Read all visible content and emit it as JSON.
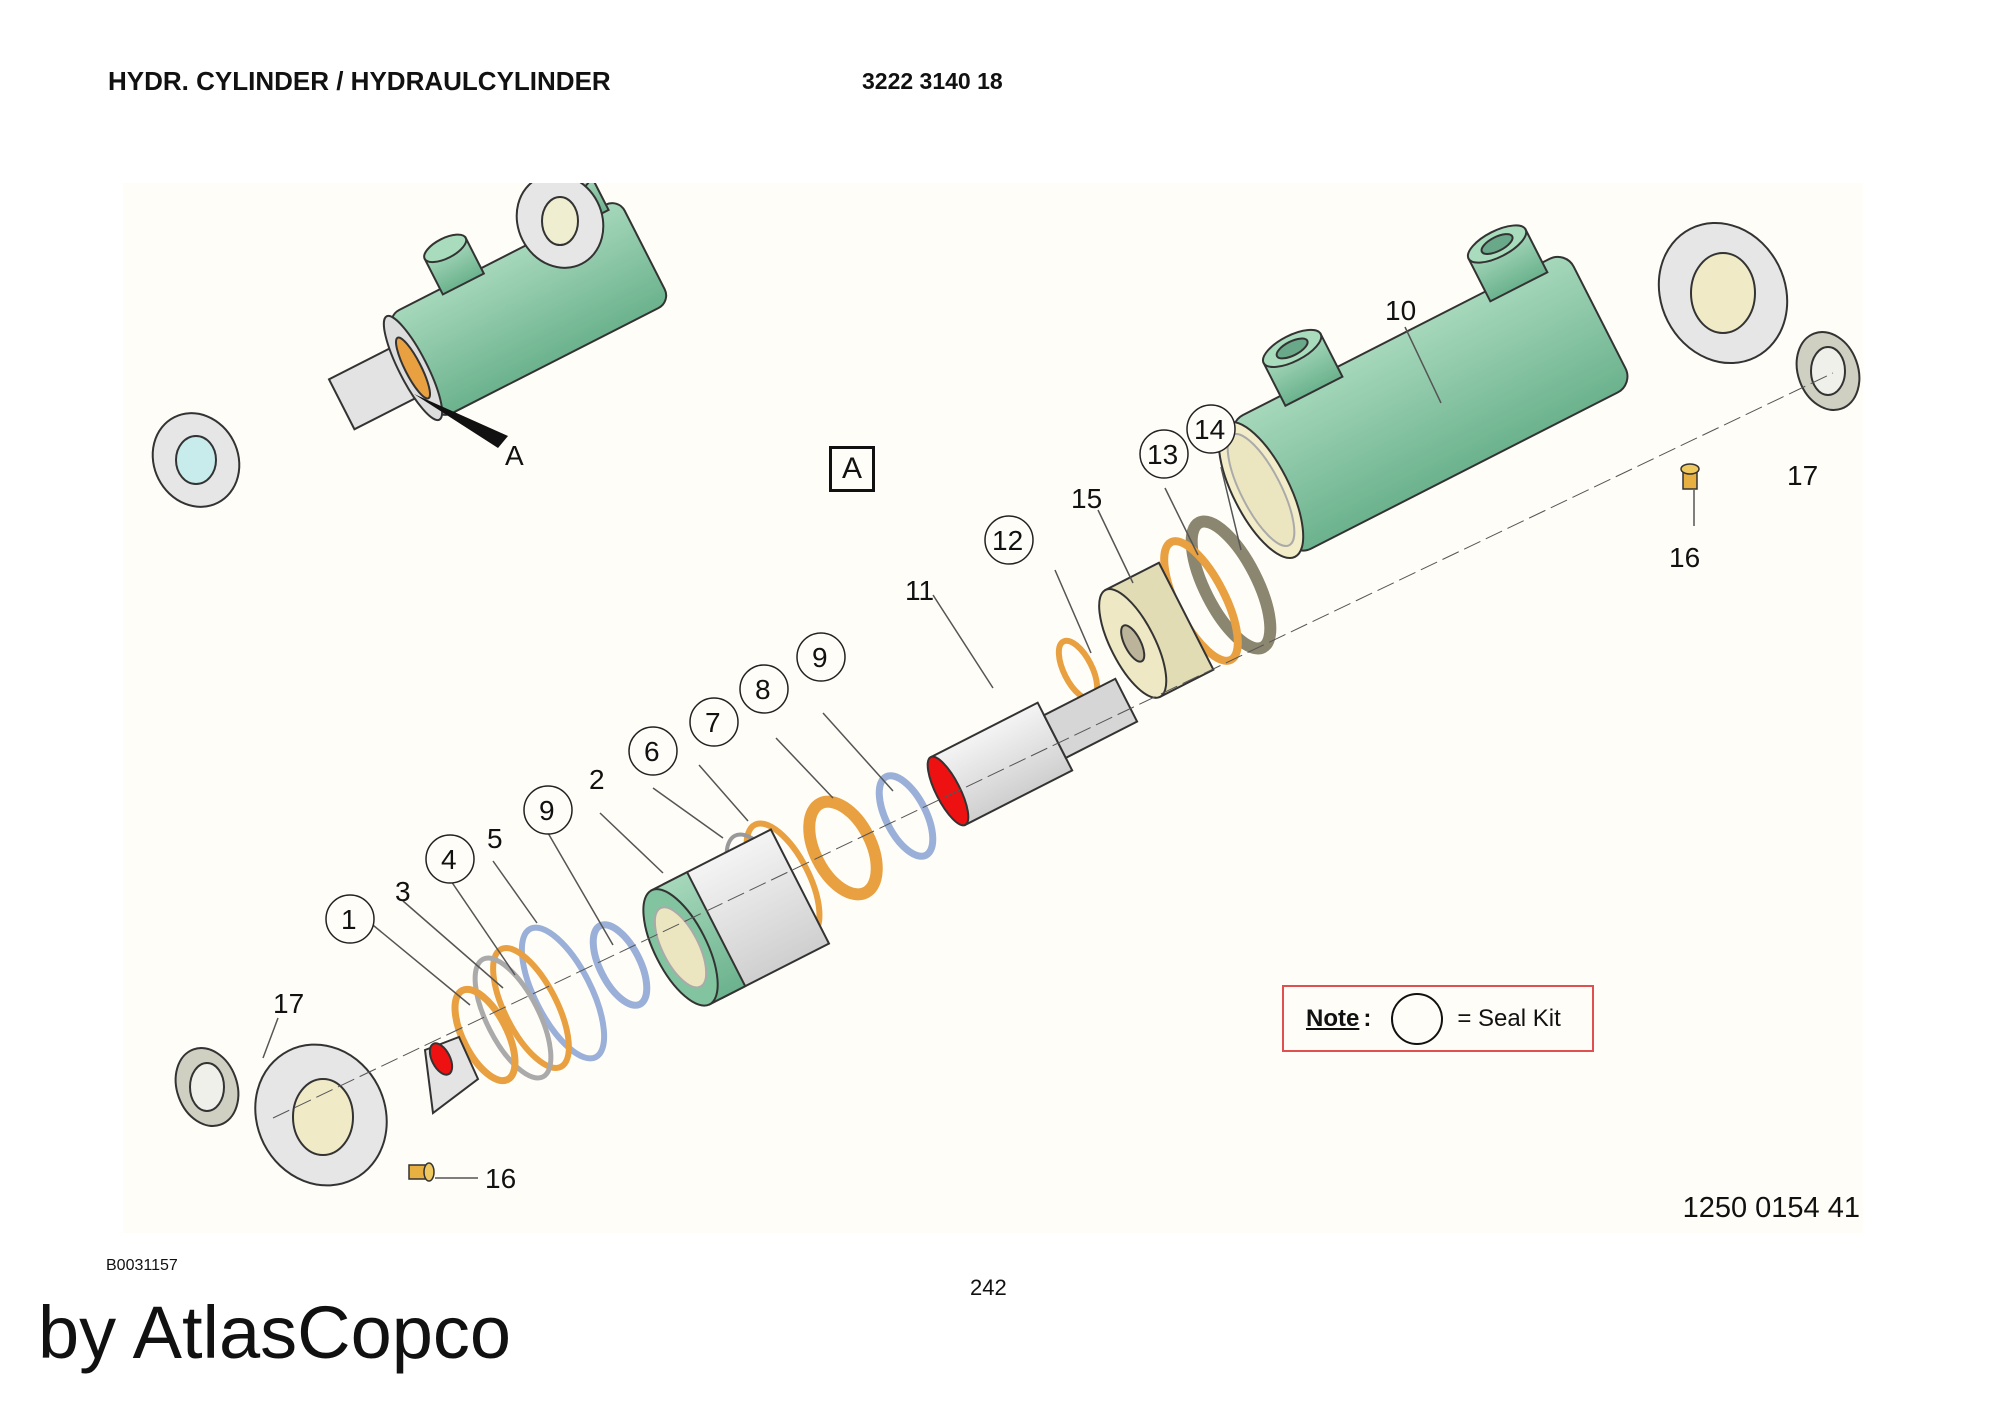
{
  "header": {
    "title": "HYDR. CYLINDER / HYDRAULCYLINDER",
    "part_number": "3222 3140 18"
  },
  "view": {
    "label": "A"
  },
  "callouts": {
    "c1": "1",
    "c2": "2",
    "c3": "3",
    "c4": "4",
    "c5": "5",
    "c6": "6",
    "c7": "7",
    "c8": "8",
    "c9a": "9",
    "c9b": "9",
    "c10": "10",
    "c11": "11",
    "c12": "12",
    "c13": "13",
    "c14": "14",
    "c15": "15",
    "c16a": "16",
    "c16b": "16",
    "c17a": "17",
    "c17b": "17"
  },
  "note": {
    "label": "Note",
    "colon": ":",
    "text": "= Seal Kit"
  },
  "footer": {
    "drawing_number": "1250 0154 41",
    "doc_code": "B0031157",
    "page": "242",
    "brand": "by AtlasCopco"
  },
  "colors": {
    "cylinder": "#82c4a0",
    "seal_orange": "#e8a040",
    "seal_blue": "#9ab0d8",
    "part_cream": "#ece6c0",
    "rod_grey": "#e4e4e4",
    "red_end": "#ee1111"
  }
}
